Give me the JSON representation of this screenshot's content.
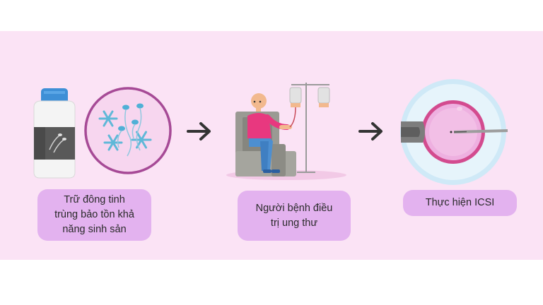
{
  "steps": [
    {
      "label": "Trữ đông tinh\ntrùng bảo tồn khả\nnăng sinh sản",
      "icons": [
        "sperm-bottle-icon",
        "frozen-sperm-circle-icon"
      ]
    },
    {
      "label": "Người bệnh điều\ntrị ung thư",
      "icons": [
        "patient-chemotherapy-icon",
        "iv-drip-icon"
      ]
    },
    {
      "label": "Thực hiện ICSI",
      "icons": [
        "egg-injection-icon"
      ]
    }
  ],
  "arrows": [
    "arrow-right-icon",
    "arrow-right-icon"
  ],
  "colors": {
    "band_background": "#fbe3f5",
    "label_background": "#e3b2ef",
    "circle_border": "#a64a96",
    "arrow": "#333333"
  }
}
